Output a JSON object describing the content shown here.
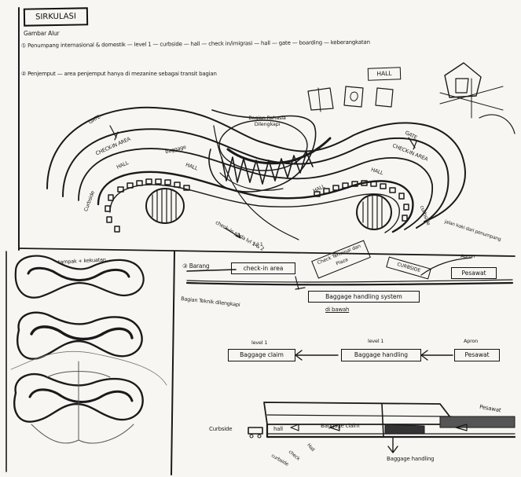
{
  "title": "SIRKULASI",
  "intro": {
    "heading": "Gambar Alur",
    "line1": "① Penumpang internasional & domestik — level 1 — curbside — hall — check in/imigrasi — hall — gate — boarding — keberangkatan",
    "line2": "② Penjemput — area penjemput hanya di mezanine sebagai transit bagian",
    "line2_box": "HALL"
  },
  "plan_labels": {
    "center": "Bagian Rahasia Dilengkapi",
    "gate_left": "GATE",
    "gate_right": "GATE",
    "hall_l1": "HALL",
    "hall_l2": "HALL",
    "hall_r1": "HALL",
    "hall_r2": "HALL",
    "checkin_left": "CHECK-IN AREA",
    "checkin_right": "CHECK-IN AREA",
    "baggage_left": "baggage",
    "departure_left": "Curbside",
    "departure_right": "curbside",
    "lower_note": "check-in pada lvl 1 & 2",
    "lower_note2": "lvl 1"
  },
  "small_sketch": {
    "note": "tampak + kekuatan"
  },
  "diagram1": {
    "label": "③ Barang",
    "box_checkin": "check-in area",
    "box_baggage": "Baggage handling system",
    "box_curbside": "CURBSIDE",
    "angled_box": "Check Terminal dan Plaza",
    "note_right": "jalan kaki dari penumpang",
    "apron_label": "Apron",
    "box_pesawat": "Pesawat",
    "under_label": "di bawah",
    "side_note": "Bagian Teknik dilengkapi"
  },
  "diagram2": {
    "level_left": "level 1",
    "level_mid": "level 1",
    "apron": "Apron",
    "box_claim": "Baggage claim",
    "box_handling": "Baggage handling",
    "box_pesawat": "Pesawat"
  },
  "diagram3": {
    "curbside": "Curbside",
    "hall": "hall",
    "claim": "Baggage claim",
    "pesawat": "Pesawat",
    "handling": "Baggage handling",
    "note1": "Hall",
    "note2": "check",
    "note3": "curbside"
  }
}
